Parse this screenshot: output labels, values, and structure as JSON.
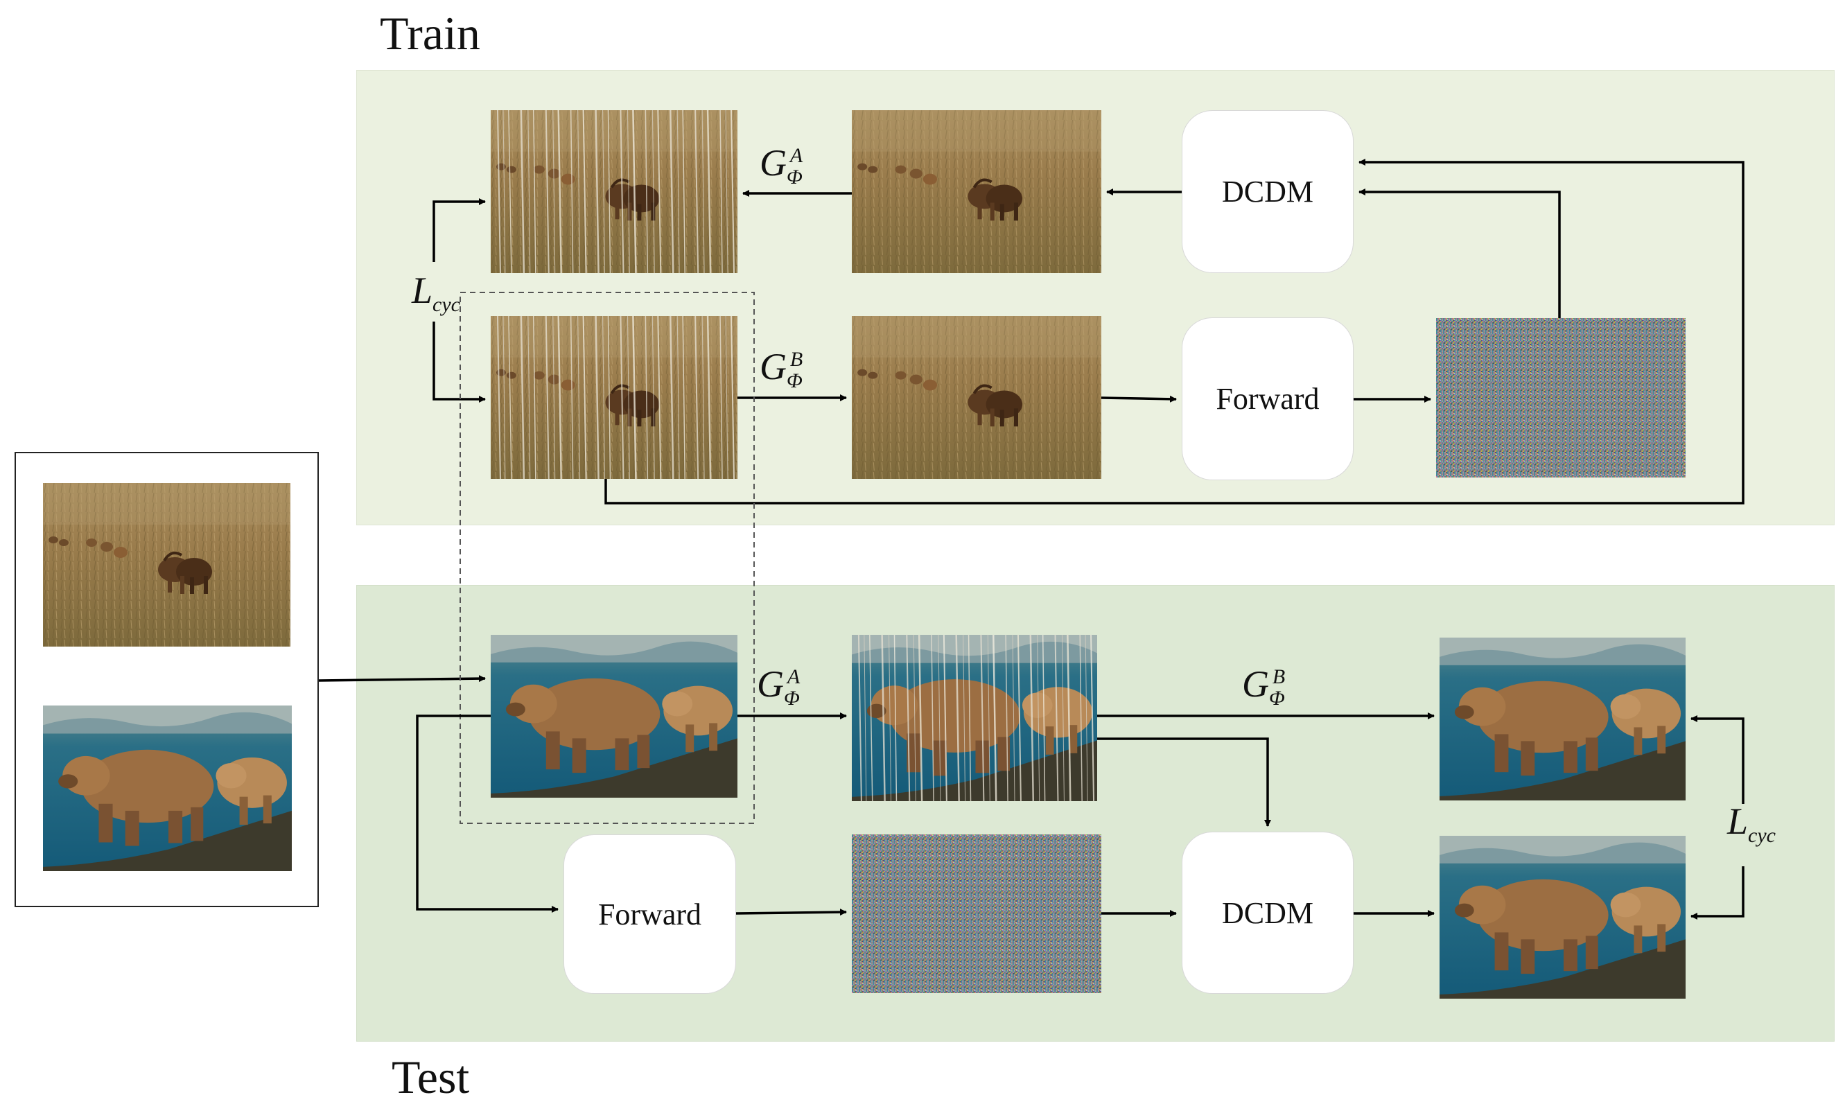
{
  "sections": {
    "train": "Train",
    "test": "Test"
  },
  "modules": {
    "dcdm": "DCDM",
    "forward": "Forward"
  },
  "generators": {
    "a": {
      "symbol": "G",
      "sub": "Φ",
      "sup": "A"
    },
    "b": {
      "symbol": "G",
      "sub": "Φ",
      "sup": "B"
    }
  },
  "loss": {
    "symbol": "L",
    "sub": "cyc"
  },
  "colors": {
    "train_panel": "#ebf1e0",
    "test_panel": "#dde9d4",
    "box": "#ffffff",
    "arrow": "#000000"
  }
}
